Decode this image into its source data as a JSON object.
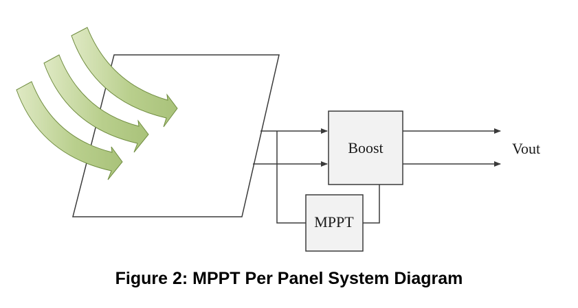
{
  "diagram": {
    "nodes": {
      "boost": "Boost",
      "mppt": "MPPT"
    },
    "output_label": "Vout"
  },
  "caption": "Figure 2: MPPT Per Panel System Diagram",
  "colors": {
    "arrow_fill": "#a9c27a",
    "arrow_highlight": "#dfe9c4",
    "arrow_stroke": "#6f8c3f",
    "block_fill": "#f2f2f2",
    "line": "#3a3a3a"
  }
}
